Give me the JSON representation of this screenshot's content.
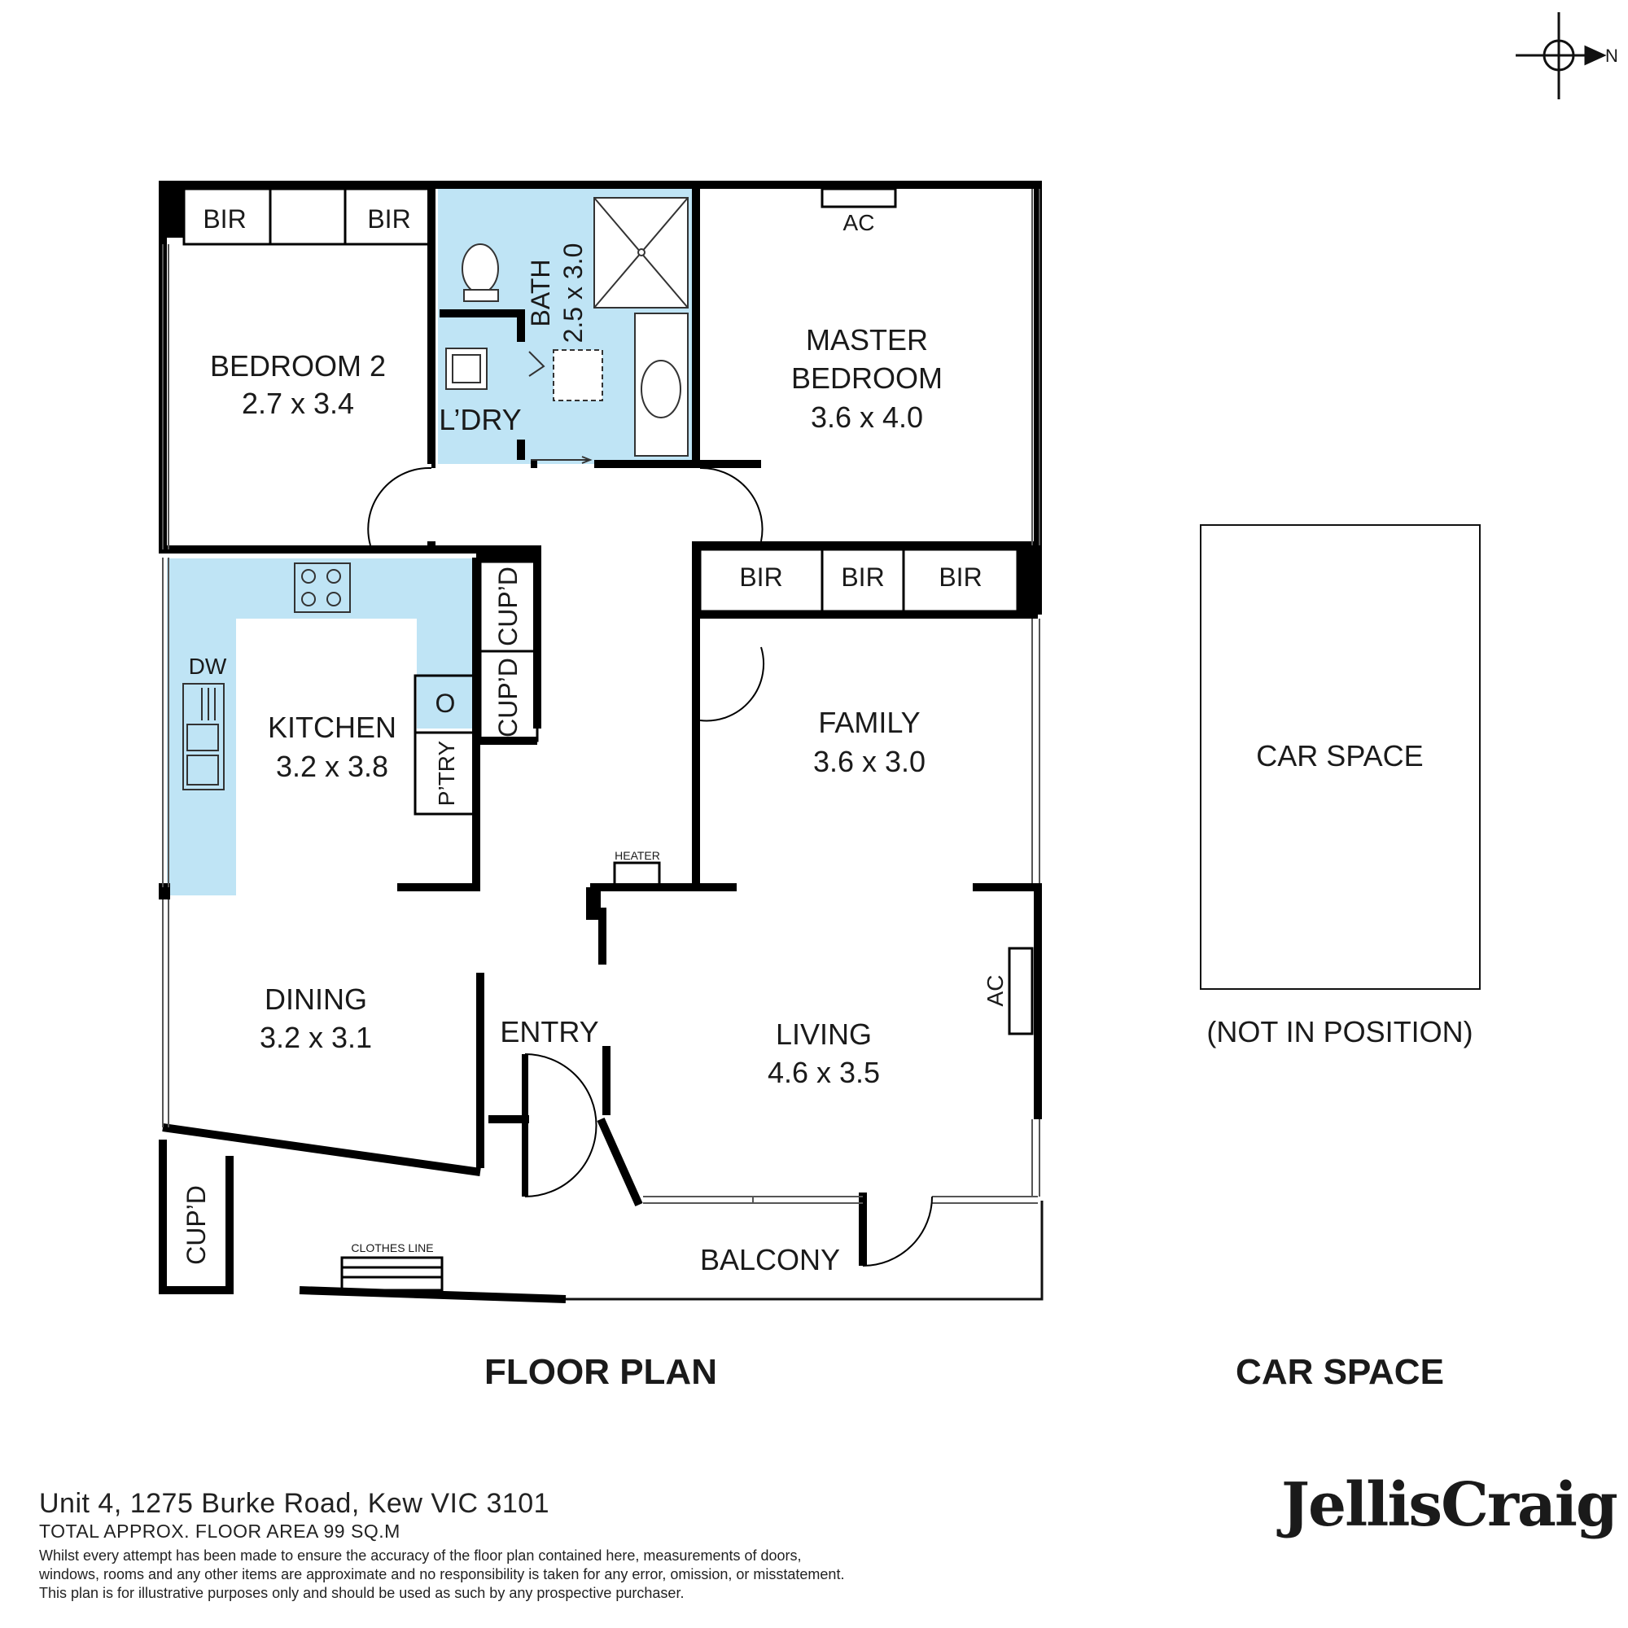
{
  "rooms": {
    "bedroom2": {
      "name": "BEDROOM 2",
      "size": "2.7 x 3.4"
    },
    "bath": {
      "name": "BATH",
      "size": "2.5 x 3.0"
    },
    "laundry": {
      "name": "L’DRY"
    },
    "master": {
      "name_line1": "MASTER",
      "name_line2": "BEDROOM",
      "size": "3.6 x 4.0"
    },
    "kitchen": {
      "name": "KITCHEN",
      "size": "3.2 x 3.8"
    },
    "family": {
      "name": "FAMILY",
      "size": "3.6 x 3.0"
    },
    "dining": {
      "name": "DINING",
      "size": "3.2 x 3.1"
    },
    "entry": {
      "name": "ENTRY"
    },
    "living": {
      "name": "LIVING",
      "size": "4.6 x 3.5"
    },
    "balcony": {
      "name": "BALCONY"
    },
    "car_space": {
      "name": "CAR SPACE",
      "note": "(NOT IN POSITION)"
    }
  },
  "fixtures": {
    "bir": "BIR",
    "ac": "AC",
    "cupboard": "CUP’D",
    "dishwasher": "DW",
    "oven": "O",
    "pantry": "P’TRY",
    "heater": "HEATER",
    "clothes_line": "CLOTHES LINE"
  },
  "compass": {
    "label": "N"
  },
  "headings": {
    "floor_plan": "FLOOR PLAN",
    "car_space": "CAR SPACE"
  },
  "footer": {
    "address": "Unit 4, 1275 Burke Road, Kew VIC 3101",
    "area": "TOTAL APPROX. FLOOR AREA 99 SQ.M",
    "disclaimer_1": "Whilst every attempt has been made to ensure the accuracy of the floor plan contained here, measurements of doors,",
    "disclaimer_2": "windows, rooms and any other items are approximate and no responsibility is taken for any error, omission, or misstatement.",
    "disclaimer_3": "This plan is for illustrative purposes only and should be used as such by any prospective purchaser.",
    "brand": "JellisCraig"
  },
  "colors": {
    "wet_area": "#bfe4f5",
    "wall": "#000000",
    "outline": "#111111"
  }
}
